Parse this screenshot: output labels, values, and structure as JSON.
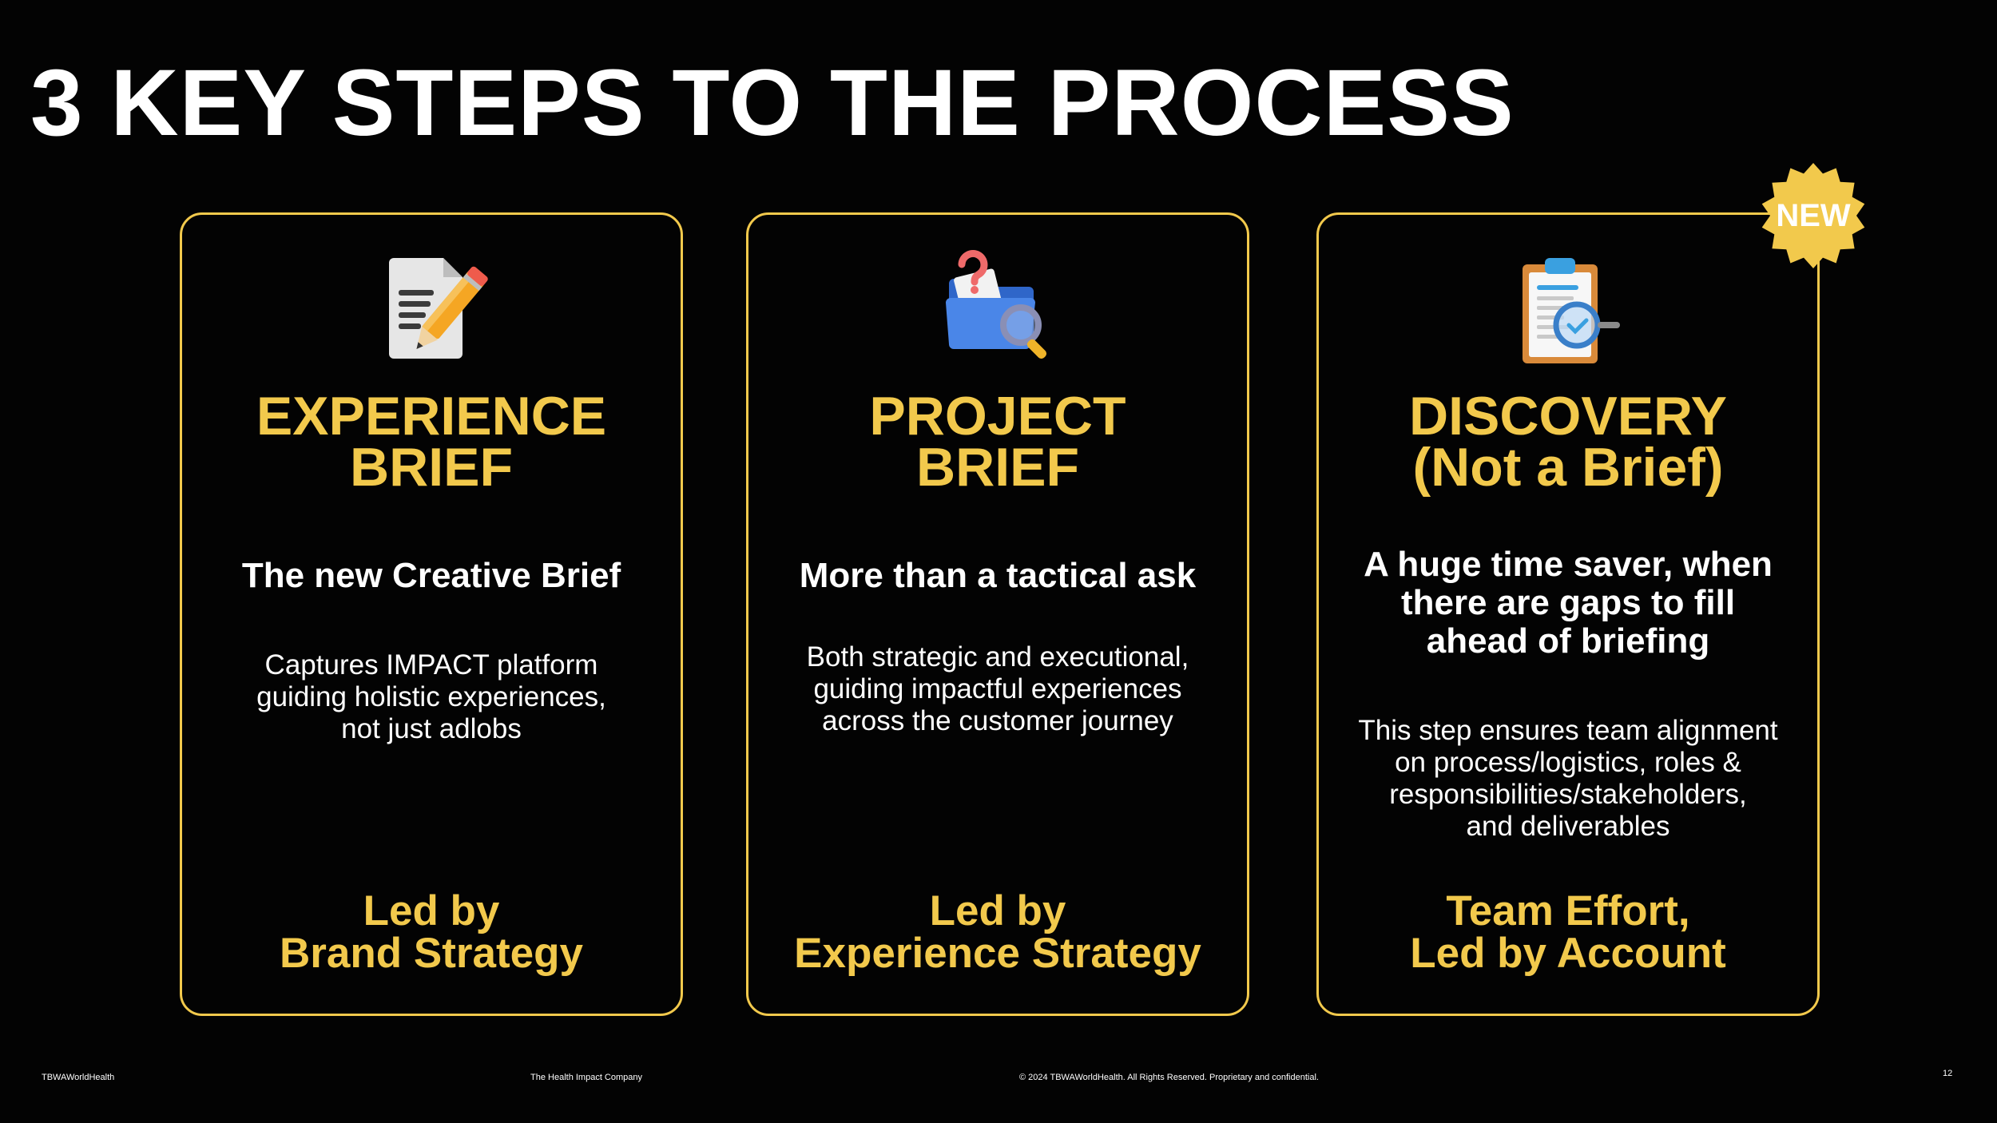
{
  "slide": {
    "title": "3 KEY STEPS TO THE PROCESS"
  },
  "cards": [
    {
      "icon": "document-pencil-icon",
      "heading": [
        "EXPERIENCE",
        "BRIEF"
      ],
      "subtitle": [
        "The new Creative Brief"
      ],
      "description": [
        "Captures IMPACT platform",
        "guiding holistic experiences,",
        "not just adlobs"
      ],
      "footer": [
        "Led by",
        "Brand Strategy"
      ]
    },
    {
      "icon": "folder-question-magnifier-icon",
      "heading": [
        "PROJECT",
        "BRIEF"
      ],
      "subtitle": [
        "More than a tactical ask"
      ],
      "description": [
        "Both strategic and executional,",
        "guiding impactful experiences",
        "across the customer journey"
      ],
      "footer": [
        "Led by",
        "Experience Strategy"
      ]
    },
    {
      "icon": "clipboard-magnifier-icon",
      "badge": "NEW",
      "heading": [
        "DISCOVERY",
        "(Not a Brief)"
      ],
      "subtitle": [
        "A huge time saver, when",
        "there are gaps to fill",
        "ahead of briefing"
      ],
      "description": [
        "This step ensures team alignment",
        "on process/logistics, roles &",
        "responsibilities/stakeholders,",
        "and deliverables"
      ],
      "footer": [
        "Team Effort,",
        "Led by Account"
      ]
    }
  ],
  "footer": {
    "brand": "TBWAWorldHealth",
    "tagline": "The Health Impact Company",
    "copyright": "© 2024 TBWAWorldHealth. All Rights Reserved. Proprietary and confidential.",
    "page_number": "12"
  },
  "colors": {
    "background": "#030303",
    "accent": "#f2c94c",
    "text": "#ffffff"
  }
}
